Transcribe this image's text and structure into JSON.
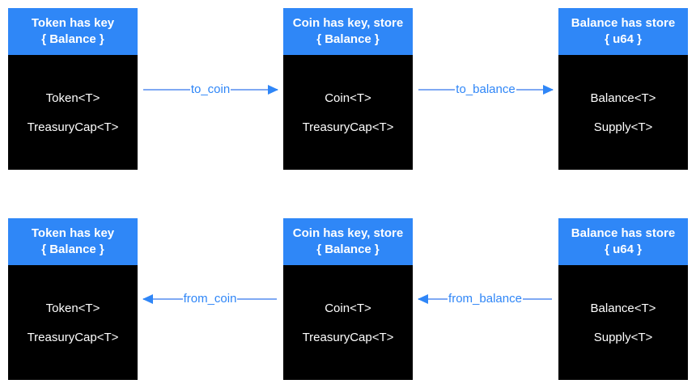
{
  "colors": {
    "canvas_bg": "#ffffff",
    "node_header_bg": "#2F87F7",
    "node_body_bg": "#000000",
    "node_text": "#ffffff",
    "arrow_line": "#7FA9F3",
    "arrow_accent": "#2F86F7"
  },
  "rows": [
    {
      "name": "top-row",
      "boxes": [
        {
          "header_line1": "Token has key",
          "header_line2": "{ Balance }",
          "fields": [
            "Token<T>",
            "TreasuryCap<T>"
          ]
        },
        {
          "header_line1": "Coin has key, store",
          "header_line2": "{ Balance }",
          "fields": [
            "Coin<T>",
            "TreasuryCap<T>"
          ]
        },
        {
          "header_line1": "Balance has store",
          "header_line2": "{ u64 }",
          "fields": [
            "Balance<T>",
            "Supply<T>"
          ]
        }
      ],
      "arrows": [
        {
          "label": "to_coin",
          "direction": "right"
        },
        {
          "label": "to_balance",
          "direction": "right"
        }
      ]
    },
    {
      "name": "bottom-row",
      "boxes": [
        {
          "header_line1": "Token has key",
          "header_line2": "{ Balance }",
          "fields": [
            "Token<T>",
            "TreasuryCap<T>"
          ]
        },
        {
          "header_line1": "Coin has key, store",
          "header_line2": "{ Balance }",
          "fields": [
            "Coin<T>",
            "TreasuryCap<T>"
          ]
        },
        {
          "header_line1": "Balance has store",
          "header_line2": "{ u64 }",
          "fields": [
            "Balance<T>",
            "Supply<T>"
          ]
        }
      ],
      "arrows": [
        {
          "label": "from_coin",
          "direction": "left"
        },
        {
          "label": "from_balance",
          "direction": "left"
        }
      ]
    }
  ]
}
